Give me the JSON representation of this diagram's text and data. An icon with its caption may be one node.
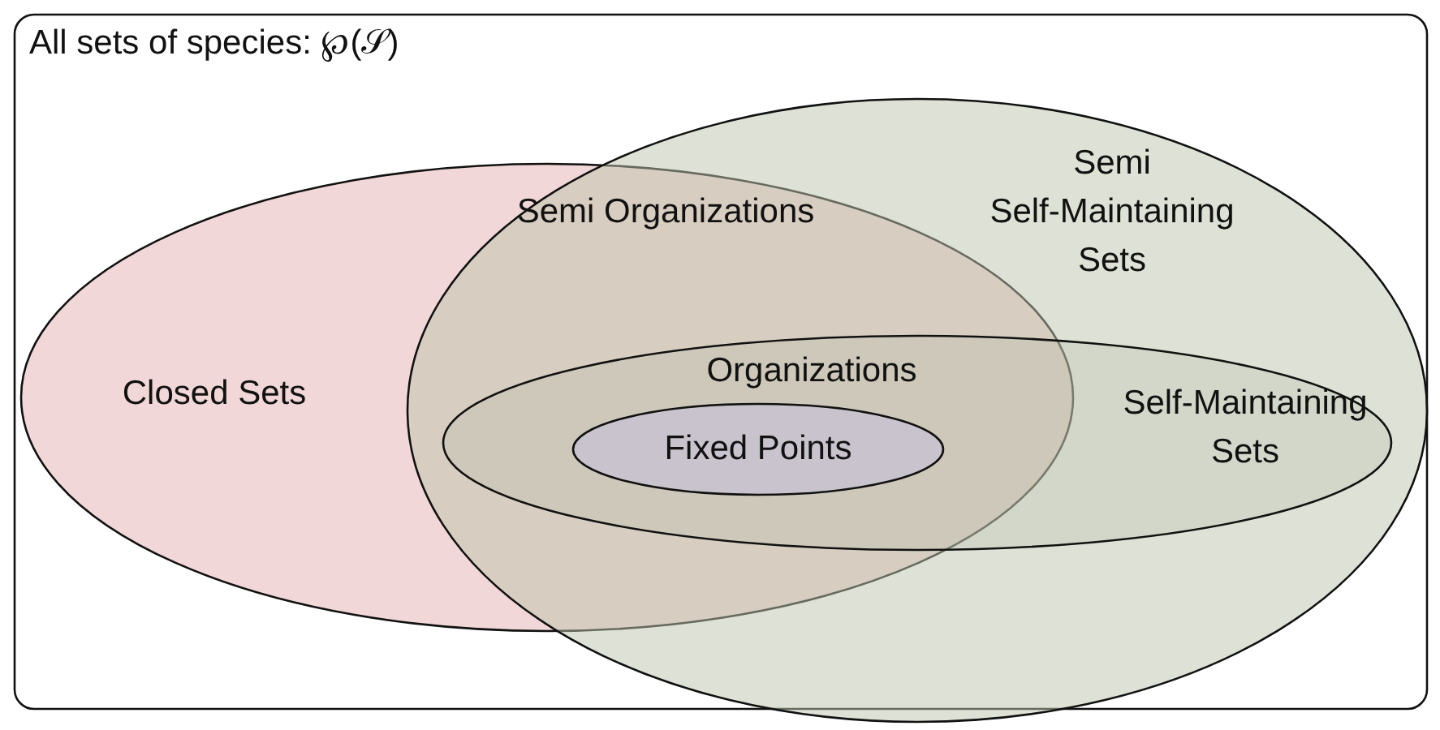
{
  "diagram": {
    "nodes": [
      {
        "text": [
          "All sets of species: ℘(𝒮)"
        ]
      },
      {
        "text": [
          "Closed Sets"
        ],
        "in": 0
      },
      {
        "text": [
          "Semi Self-Maintaining Sets"
        ],
        "in": 0
      },
      {
        "text": [
          "Self-Maintaining Sets"
        ],
        "in": 2
      },
      {
        "text": [
          "Fixed Points"
        ]
      }
    ],
    "labels": [
      "Semi Organizations",
      "Organizations"
    ]
  }
}
